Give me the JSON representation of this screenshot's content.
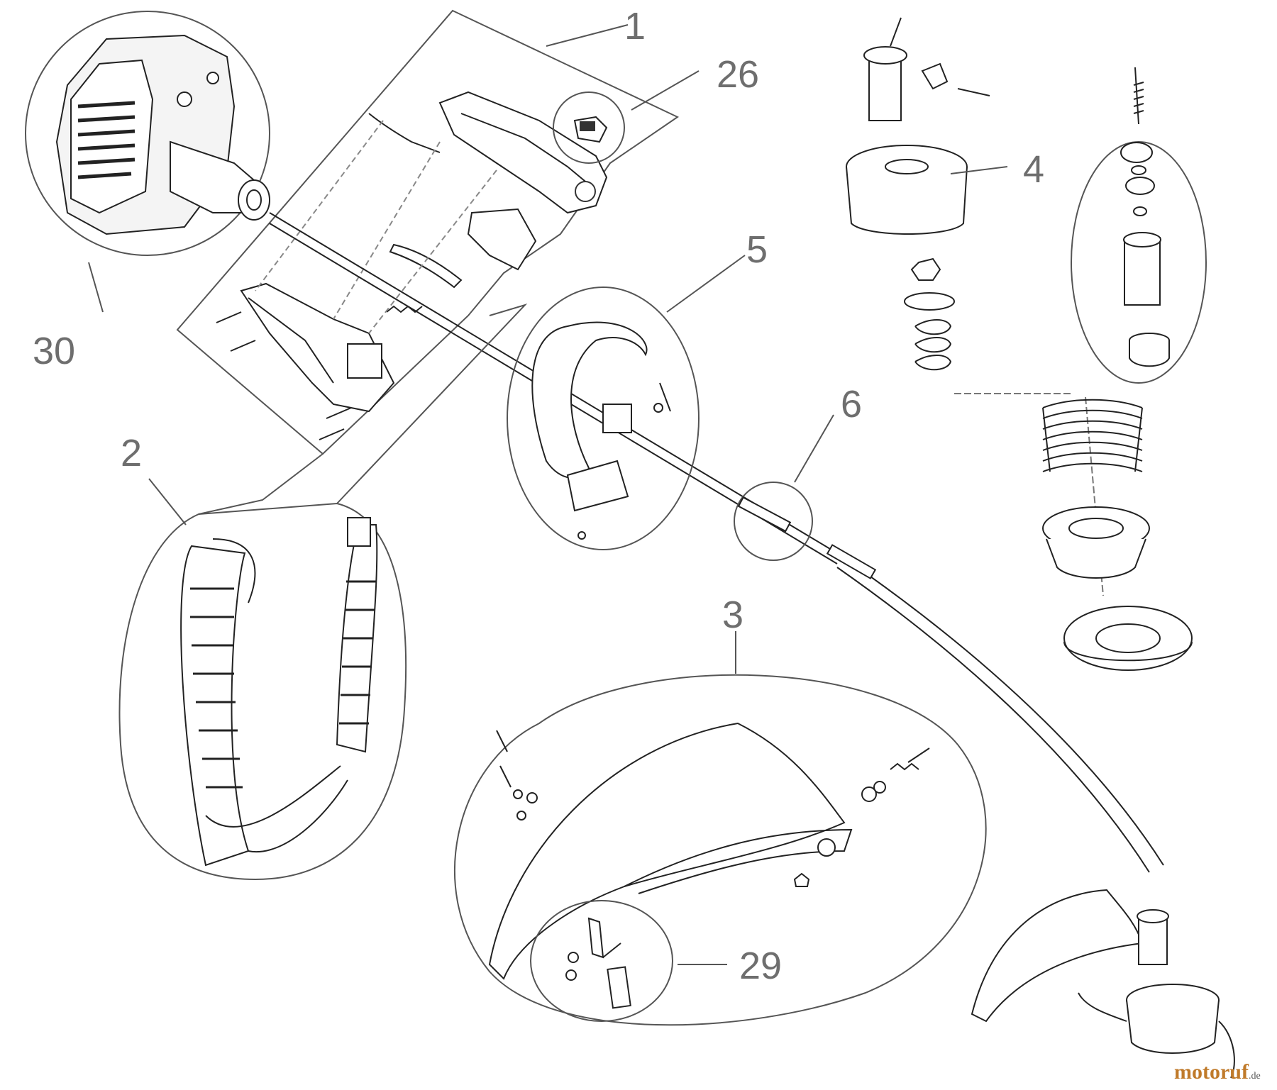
{
  "callouts": {
    "c1": "1",
    "c2": "2",
    "c3": "3",
    "c4": "4",
    "c5": "5",
    "c6": "6",
    "c26": "26",
    "c29": "29",
    "c30": "30"
  },
  "watermark": {
    "name": "motoruf",
    "tld": ".de"
  },
  "colors": {
    "line": "#333333",
    "callout_text": "#6e6e6e",
    "watermark": "#c07a2a"
  }
}
